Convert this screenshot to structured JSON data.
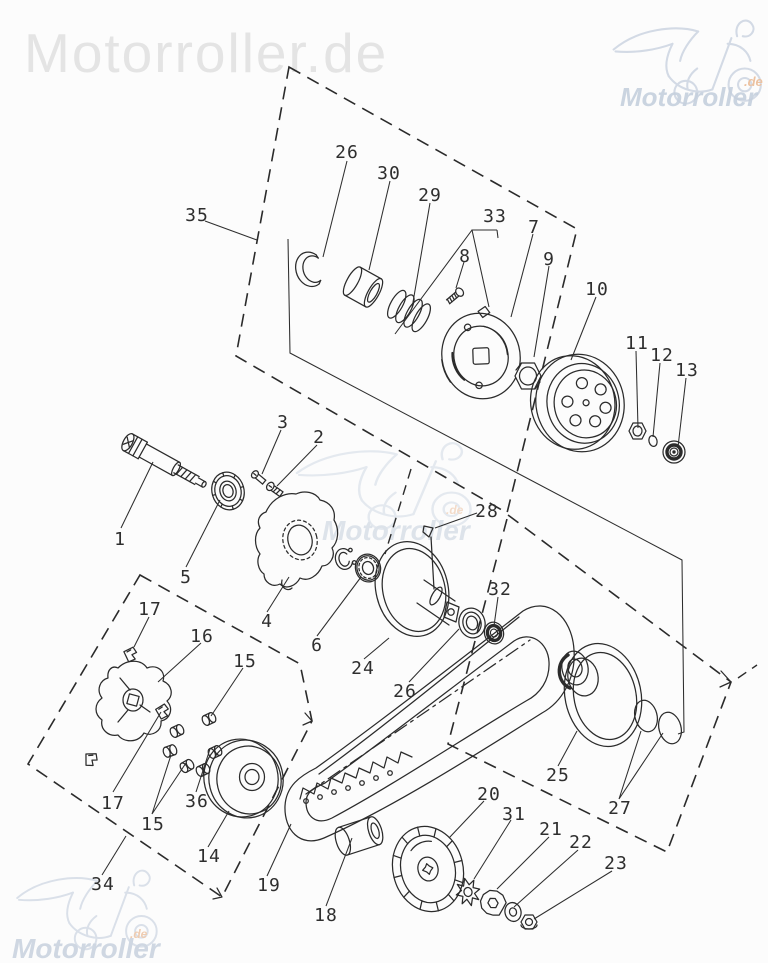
{
  "watermark": {
    "big_text": "Motorroller.de",
    "brand": "Motorroller",
    "suffix": ".de",
    "colors": {
      "big_text": "#e4e4e4",
      "sketch": "#ccd5e2",
      "brand_text": "#bcc8d8",
      "suffix": "#eab992"
    }
  },
  "diagram": {
    "ink_color": "#2b2b2b",
    "background": "#fcfcfc",
    "labels": [
      {
        "text": "35"
      },
      {
        "text": "26"
      },
      {
        "text": "30"
      },
      {
        "text": "29"
      },
      {
        "text": "33"
      },
      {
        "text": "7"
      },
      {
        "text": "8"
      },
      {
        "text": "9"
      },
      {
        "text": "10"
      },
      {
        "text": "11"
      },
      {
        "text": "12"
      },
      {
        "text": "13"
      },
      {
        "text": "3"
      },
      {
        "text": "2"
      },
      {
        "text": "1"
      },
      {
        "text": "5"
      },
      {
        "text": "4"
      },
      {
        "text": "6"
      },
      {
        "text": "24"
      },
      {
        "text": "26"
      },
      {
        "text": "32"
      },
      {
        "text": "28"
      },
      {
        "text": "17"
      },
      {
        "text": "16"
      },
      {
        "text": "15"
      },
      {
        "text": "17"
      },
      {
        "text": "15"
      },
      {
        "text": "36"
      },
      {
        "text": "14"
      },
      {
        "text": "34"
      },
      {
        "text": "19"
      },
      {
        "text": "18"
      },
      {
        "text": "20"
      },
      {
        "text": "31"
      },
      {
        "text": "21"
      },
      {
        "text": "22"
      },
      {
        "text": "23"
      },
      {
        "text": "25"
      },
      {
        "text": "27"
      }
    ]
  }
}
